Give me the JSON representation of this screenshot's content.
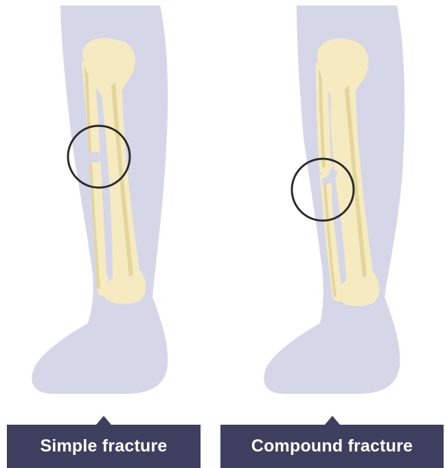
{
  "panels": [
    {
      "id": "simple",
      "label": "Simple fracture"
    },
    {
      "id": "compound",
      "label": "Compound fracture"
    }
  ],
  "colors": {
    "leg": "#d5d6e8",
    "bone": "#f5eac0",
    "bone_shade": "#e4d59b",
    "circle": "#2a2a2a",
    "label_bg": "#3e3f5f",
    "label_text": "#ffffff"
  }
}
